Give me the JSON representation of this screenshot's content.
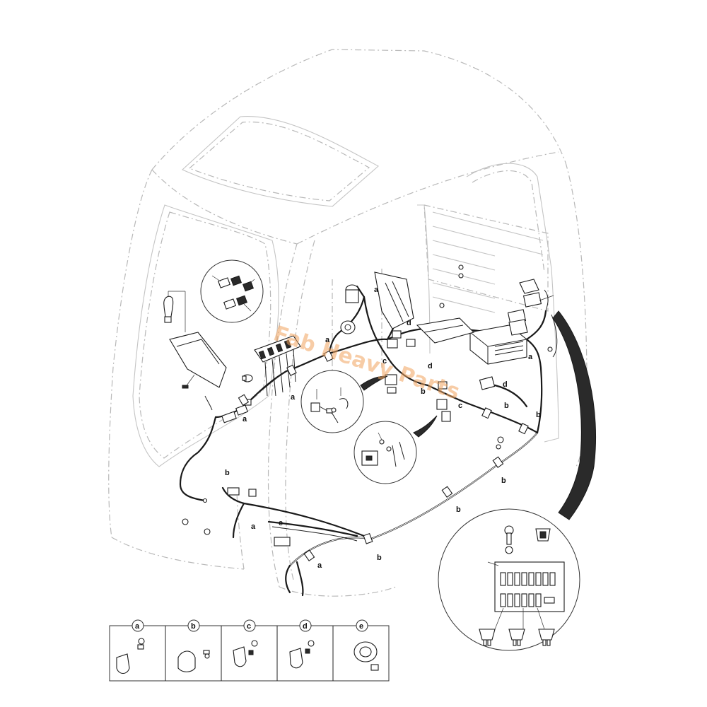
{
  "watermark": "Fab Heavy Parts",
  "clip_labels": [
    {
      "id": "clip-1",
      "letter": "a"
    },
    {
      "id": "clip-2",
      "letter": "a"
    },
    {
      "id": "clip-3",
      "letter": "a"
    },
    {
      "id": "clip-4",
      "letter": "a"
    },
    {
      "id": "clip-5",
      "letter": "a"
    },
    {
      "id": "clip-6",
      "letter": "a"
    },
    {
      "id": "clip-7",
      "letter": "b"
    },
    {
      "id": "clip-8",
      "letter": "b"
    },
    {
      "id": "clip-9",
      "letter": "b"
    },
    {
      "id": "clip-10",
      "letter": "b"
    },
    {
      "id": "clip-11",
      "letter": "b"
    },
    {
      "id": "clip-12",
      "letter": "b"
    },
    {
      "id": "clip-13",
      "letter": "b"
    },
    {
      "id": "clip-14",
      "letter": "c"
    },
    {
      "id": "clip-15",
      "letter": "c"
    },
    {
      "id": "clip-16",
      "letter": "d"
    },
    {
      "id": "clip-17",
      "letter": "d"
    },
    {
      "id": "clip-18",
      "letter": "d"
    },
    {
      "id": "clip-19",
      "letter": "e"
    },
    {
      "id": "clip-20",
      "letter": "a"
    }
  ],
  "legend": [
    {
      "letter": "a"
    },
    {
      "letter": "b"
    },
    {
      "letter": "c"
    },
    {
      "letter": "d"
    },
    {
      "letter": "e"
    }
  ]
}
